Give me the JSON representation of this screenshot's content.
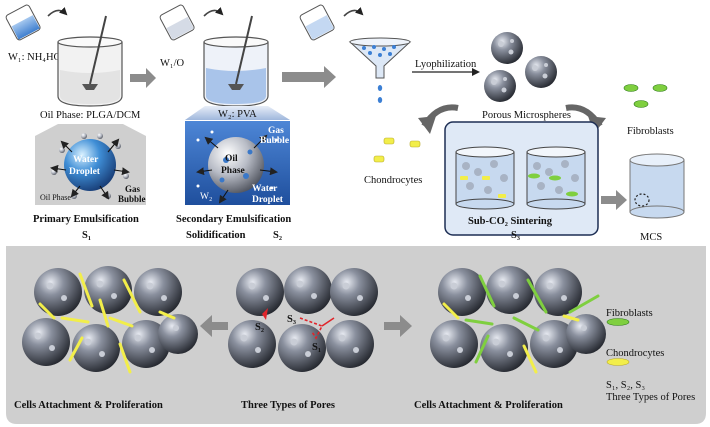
{
  "step1": {
    "reagent_w1": "W₁: NH₄HCO₃",
    "oil_phase": "Oil Phase:  PLGA/DCM",
    "inset_label_water": "Water",
    "inset_label_droplet": "Droplet",
    "inset_oil_phase": "Oil Phase",
    "inset_gas": "Gas",
    "inset_bubble": "Bubble",
    "title": "Primary Emulsification",
    "code": "S₁"
  },
  "step2": {
    "reagent_w1o": "W₁/O",
    "w2_pva": "W₂: PVA",
    "inset_oil": "Oil",
    "inset_phase": "Phase",
    "inset_gas": "Gas",
    "inset_bubble": "Bubble",
    "inset_w2": "W₂",
    "inset_water": "Water",
    "inset_droplet": "Droplet",
    "title_line1": "Secondary Emulsification",
    "title_line2": "Solidification",
    "code": "S₂"
  },
  "step3": {
    "lyophilization": "Lyophilization",
    "porous_microspheres": "Porous Microspheres",
    "fibroblasts": "Fibroblasts",
    "chondrocytes": "Chondrocytes",
    "sintering_title": "Sub-CO₂  Sintering",
    "code": "S₃",
    "mcs": "MCS"
  },
  "bottom": {
    "left_caption": "Cells Attachment & Proliferation",
    "center_caption": "Three Types of  Pores",
    "right_caption": "Cells Attachment & Proliferation",
    "pore_s1": "S₁",
    "pore_s2": "S₂",
    "pore_s3": "S₃",
    "legend_fibroblasts": "Fibroblasts",
    "legend_chondrocytes": "Chondrocytes",
    "legend_pores_codes": "S₁, S₂, S₃",
    "legend_pores_desc": "Three Types of Pores"
  },
  "colors": {
    "water_blue": "#5b8fd3",
    "bottom_panel": "#cfcfcf",
    "arrow_gray": "#8c8c8c",
    "fibroblast_green": "#7fcf3f",
    "chondrocyte_yellow": "#f2ee4a",
    "sphere_dark": "#3c3f48"
  }
}
